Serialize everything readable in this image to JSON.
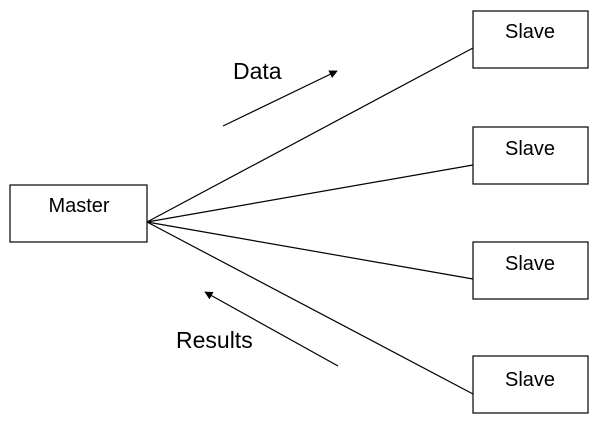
{
  "master": {
    "label": "Master"
  },
  "slaves": [
    {
      "label": "Slave"
    },
    {
      "label": "Slave"
    },
    {
      "label": "Slave"
    },
    {
      "label": "Slave"
    }
  ],
  "arrows": {
    "outbound_label": "Data",
    "inbound_label": "Results"
  },
  "colors": {
    "stroke": "#000000",
    "background": "#ffffff"
  }
}
